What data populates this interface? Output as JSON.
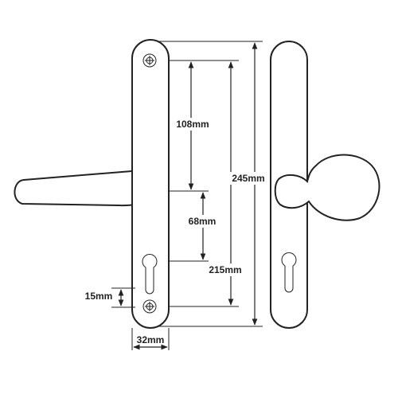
{
  "dimensions": {
    "lock_height": "108mm",
    "centres": "68mm",
    "plate_length_inner": "215mm",
    "plate_length_total": "245mm",
    "screw_offset": "15mm",
    "plate_width": "32mm"
  },
  "colors": {
    "stroke": "#222222",
    "background": "#ffffff"
  }
}
